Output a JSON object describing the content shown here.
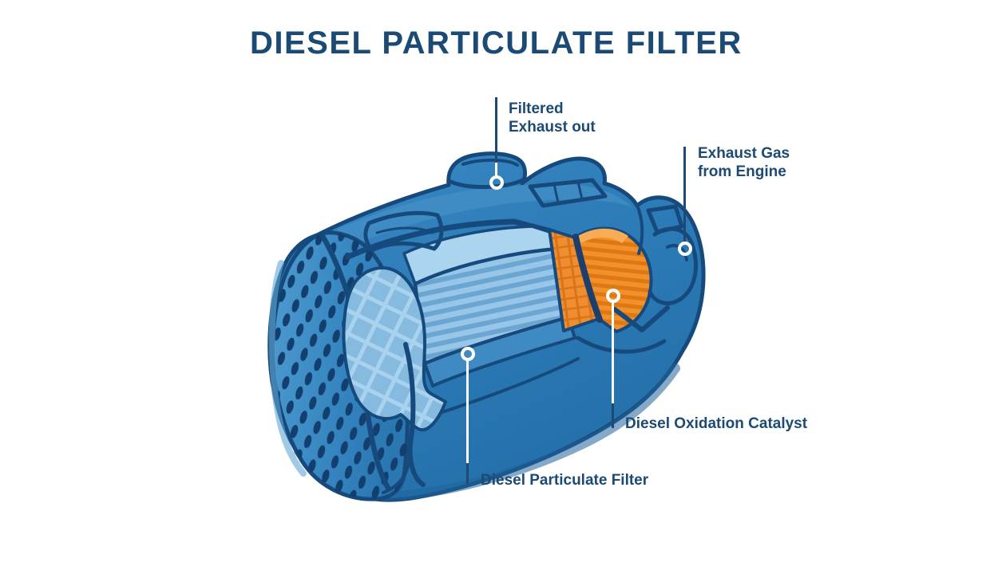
{
  "title": "DIESEL PARTICULATE FILTER",
  "callouts": {
    "filtered_exhaust": {
      "line1": "Filtered",
      "line2": "Exhaust out"
    },
    "exhaust_gas": {
      "line1": "Exhaust Gas",
      "line2": "from Engine"
    },
    "diesel_oxidation_catalyst": {
      "label": "Diesel Oxidation Catalyst"
    },
    "diesel_particulate_filter": {
      "label": "Diesel Particulate Filter"
    }
  },
  "colors": {
    "background": "#FFFFFF",
    "title_text": "#1B4A74",
    "label_text": "#1C4A74",
    "outline_navy": "#164A7C",
    "body_blue": "#2E7DB9",
    "substrate_light_blue": "#93C6E9",
    "substrate_stripe_blue": "#6BA5D2",
    "catalyst_orange": "#F18C28",
    "catalyst_orange_dark": "#DD7813",
    "leader_line_white": "#FFFFFF",
    "leader_line_navy": "#1C4A74",
    "marker_ring_white": "#FFFFFF"
  }
}
